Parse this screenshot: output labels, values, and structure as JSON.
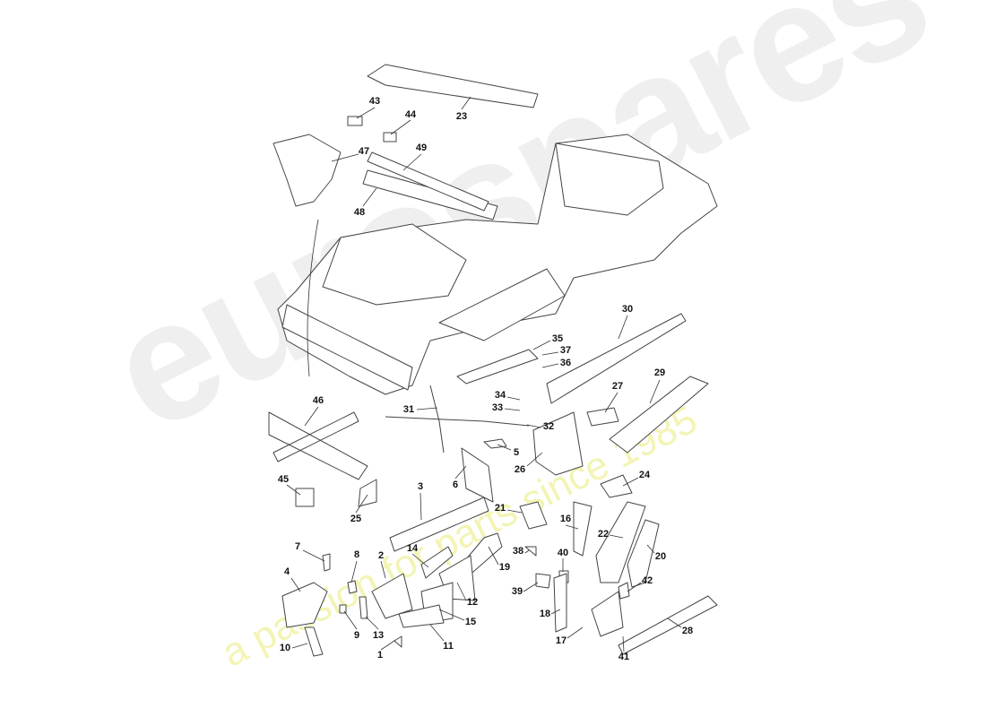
{
  "watermark": {
    "brand": "eurospares",
    "tagline": "a passion for parts since 1985",
    "tagline_color": "#e6e85a"
  },
  "callouts": [
    "1",
    "2",
    "3",
    "4",
    "5",
    "6",
    "7",
    "8",
    "9",
    "10",
    "11",
    "12",
    "13",
    "14",
    "15",
    "16",
    "17",
    "18",
    "19",
    "20",
    "21",
    "22",
    "23",
    "24",
    "25",
    "26",
    "27",
    "28",
    "29",
    "30",
    "31",
    "32",
    "33",
    "34",
    "35",
    "36",
    "37",
    "38",
    "39",
    "40",
    "41",
    "42",
    "43",
    "44",
    "45",
    "46",
    "47",
    "48",
    "49"
  ]
}
